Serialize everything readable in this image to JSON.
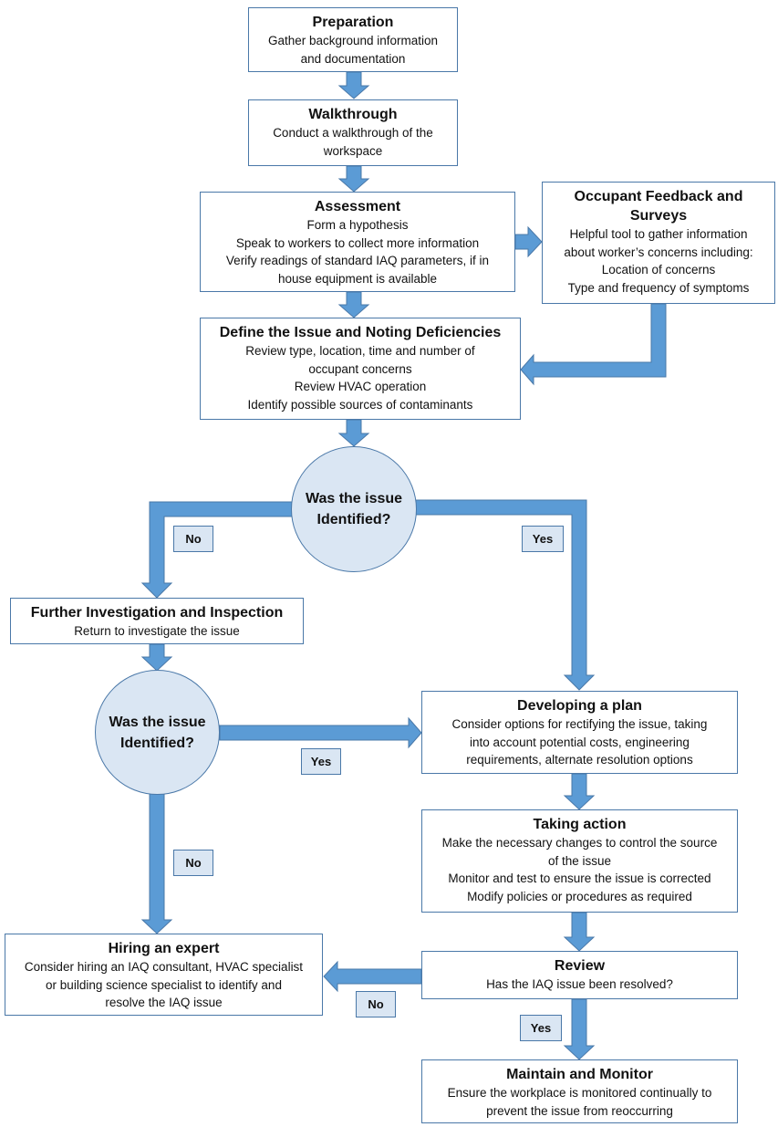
{
  "boxes": {
    "preparation": {
      "title": "Preparation",
      "lines": [
        "Gather background information",
        "and documentation"
      ]
    },
    "walkthrough": {
      "title": "Walkthrough",
      "lines": [
        "Conduct a walkthrough of the",
        "workspace"
      ]
    },
    "assessment": {
      "title": "Assessment",
      "lines": [
        "Form a hypothesis",
        "Speak to workers to collect more information",
        "Verify readings of standard IAQ parameters, if in",
        "house equipment is available"
      ]
    },
    "occupant": {
      "title_lines": [
        "Occupant Feedback and",
        "Surveys"
      ],
      "lines": [
        "Helpful tool to gather information",
        "about worker’s concerns including:",
        "Location of concerns",
        "Type and frequency of symptoms"
      ]
    },
    "define": {
      "title": "Define the Issue and Noting Deficiencies",
      "lines": [
        "Review type, location, time and number of",
        "occupant concerns",
        "Review HVAC operation",
        "Identify possible sources of contaminants"
      ]
    },
    "further": {
      "title": "Further Investigation and Inspection",
      "lines": [
        "Return to investigate the issue"
      ]
    },
    "plan": {
      "title": "Developing a plan",
      "lines": [
        "Consider options for rectifying the issue, taking",
        "into account potential costs, engineering",
        "requirements, alternate resolution options"
      ]
    },
    "action": {
      "title": "Taking action",
      "lines": [
        "Make the necessary changes to control the source",
        "of the issue",
        "Monitor and test to ensure the issue is corrected",
        "Modify policies or procedures as required"
      ]
    },
    "expert": {
      "title": "Hiring an expert",
      "lines": [
        "Consider hiring an IAQ consultant, HVAC specialist",
        "or building science specialist to identify and",
        "resolve the IAQ issue"
      ]
    },
    "review": {
      "title": "Review",
      "lines": [
        "Has the IAQ issue been resolved?"
      ]
    },
    "maintain": {
      "title": "Maintain and Monitor",
      "lines": [
        "Ensure the workplace is monitored continually to",
        "prevent the issue from reoccurring"
      ]
    }
  },
  "decisions": {
    "first": [
      "Was the issue",
      "Identified?"
    ],
    "second": [
      "Was the issue",
      "Identified?"
    ]
  },
  "labels": {
    "no": "No",
    "yes": "Yes"
  },
  "colors": {
    "arrow": "#5b9bd5",
    "border": "#4a78a8",
    "decision_fill": "#dae6f3"
  }
}
